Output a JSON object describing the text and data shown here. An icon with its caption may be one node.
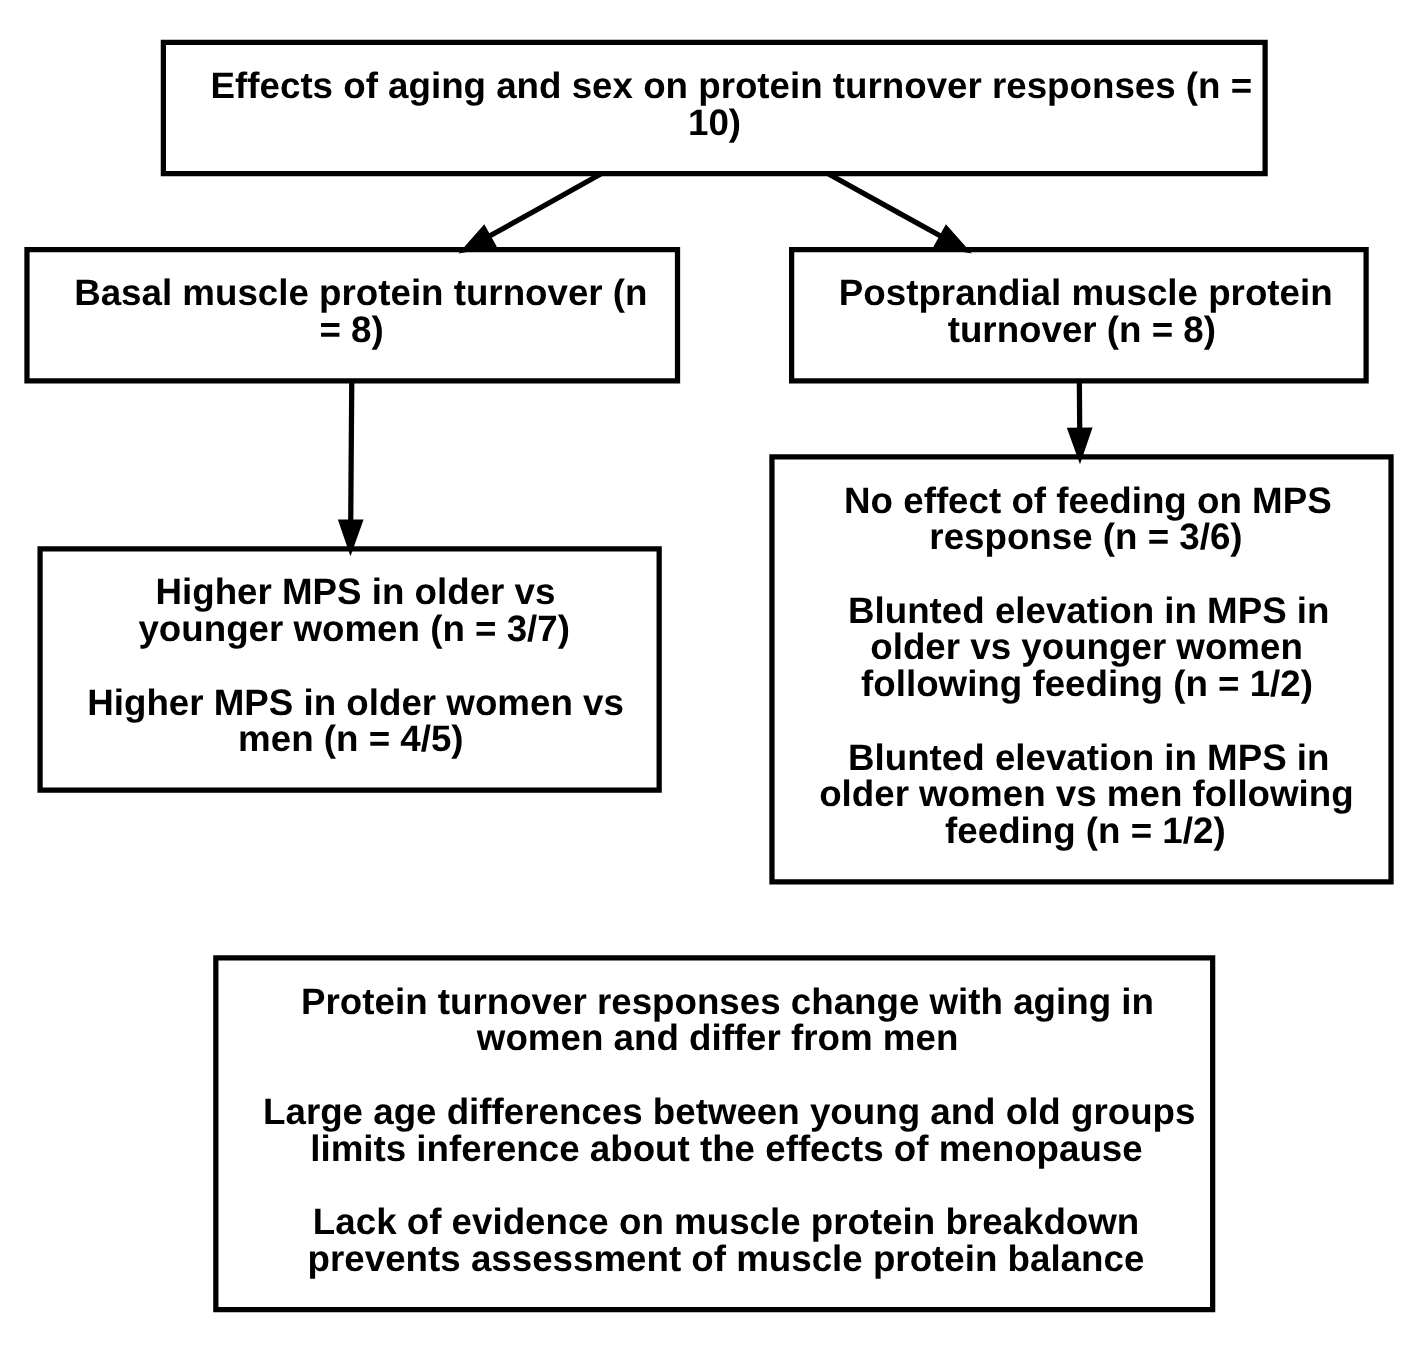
{
  "diagram": {
    "nodes": [
      {
        "text": [
          "Effects of aging and sex on protein turnover responses (n = 10)"
        ]
      },
      {
        "text": [
          "Basal muscle protein turnover (n = 8)"
        ]
      },
      {
        "text": [
          "Postprandial muscle protein turnover (n = 8)"
        ]
      },
      {
        "text": [
          "Higher MPS in older vs younger women (n = 3/7)",
          "Higher MPS in older women vs men (n = 4/5)"
        ]
      },
      {
        "text": [
          "No effect of feeding on MPS response (n = 3/6)",
          "Blunted elevation in MPS in older vs younger women following feeding (n = 1/2)",
          "Blunted elevation in MPS in older women vs men following feeding (n = 1/2)"
        ]
      },
      {
        "text": [
          "Protein turnover responses change with aging in women and differ from men",
          "Large age differences between young and old groups limits inference about the effects of menopause",
          "Lack of evidence on muscle protein breakdown prevents assessment of muscle protein balance"
        ]
      }
    ],
    "edges": [
      {
        "from": 0,
        "to": 1,
        "arrow": "to"
      },
      {
        "from": 0,
        "to": 2,
        "arrow": "to"
      },
      {
        "from": 1,
        "to": 3,
        "arrow": "to"
      },
      {
        "from": 2,
        "to": 4,
        "arrow": "to"
      }
    ]
  }
}
